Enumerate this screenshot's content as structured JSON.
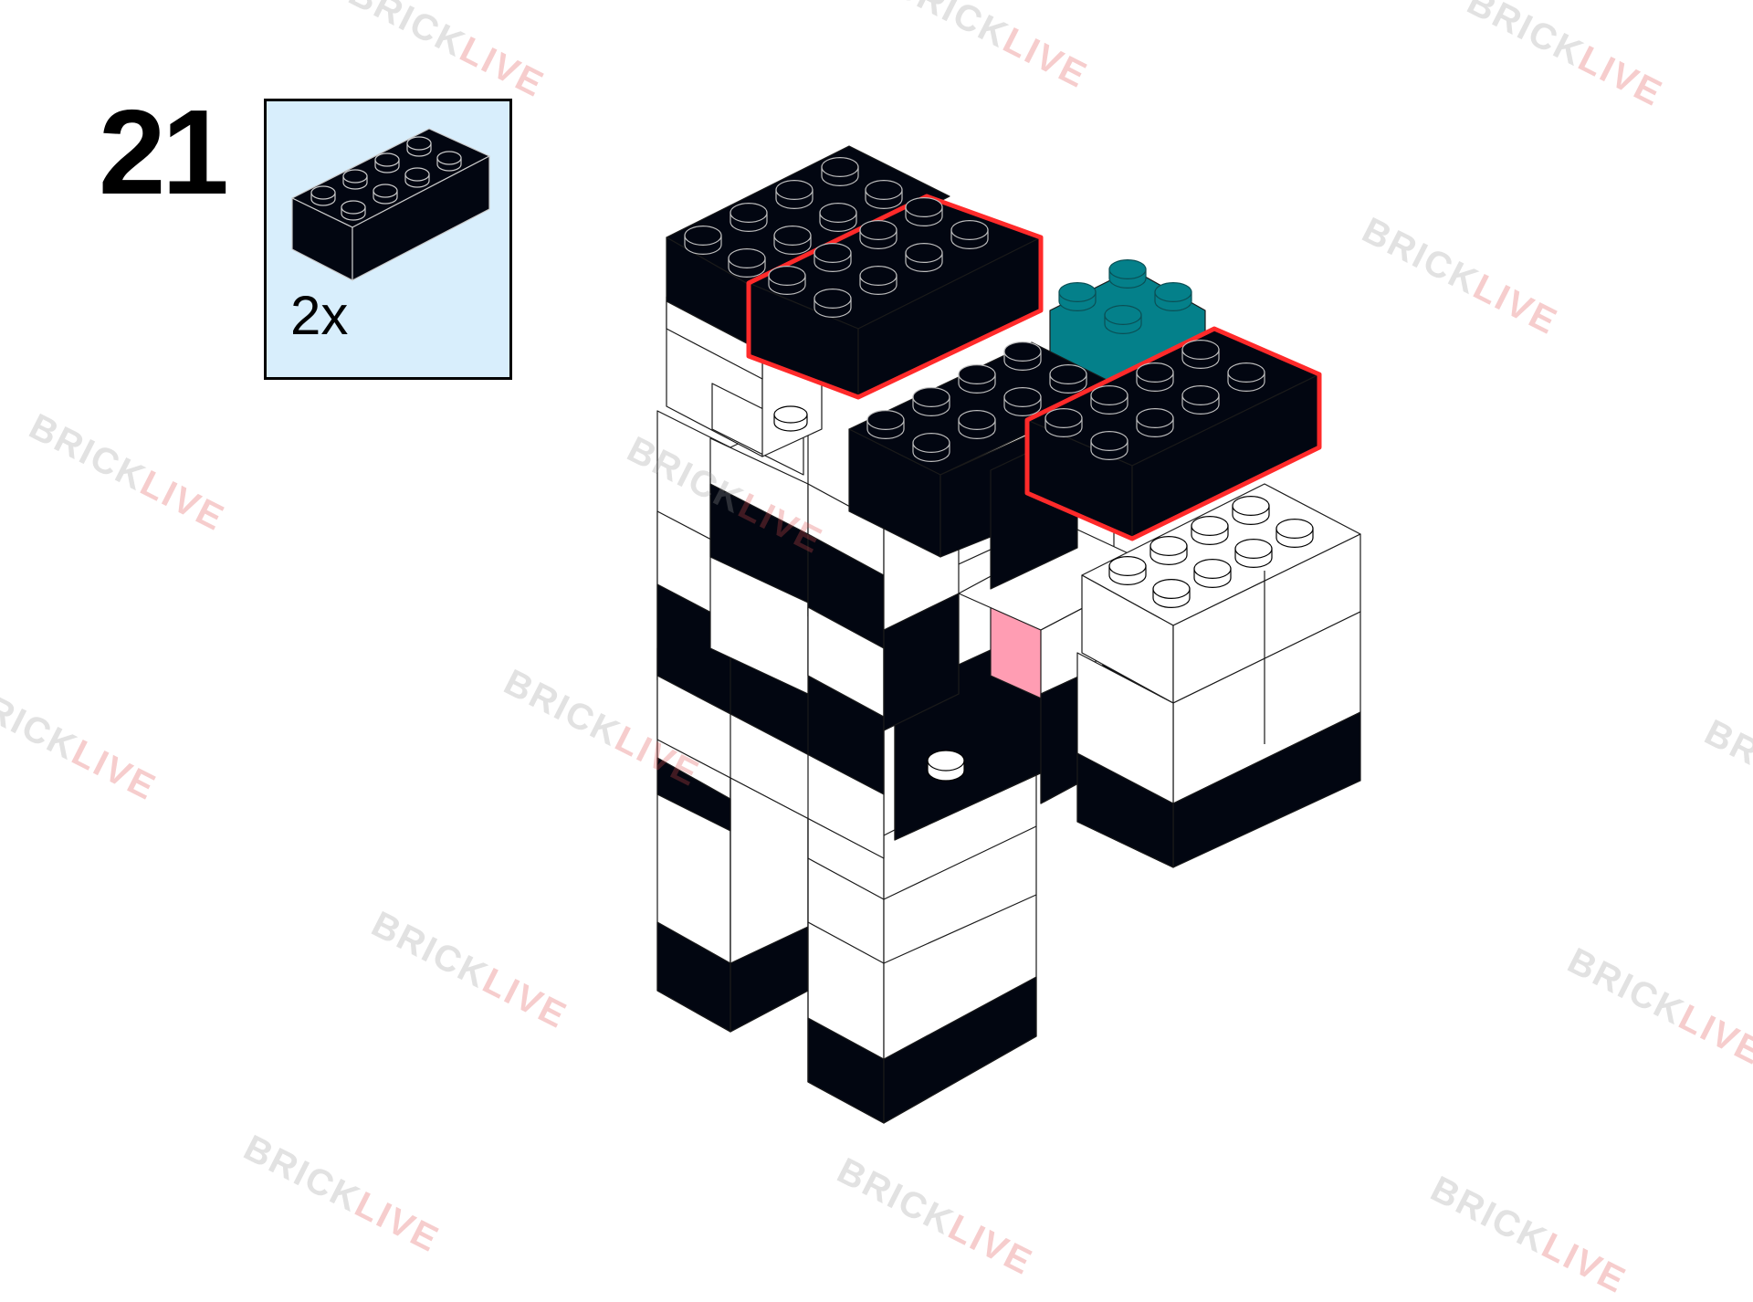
{
  "step": {
    "number": "21",
    "parts": [
      {
        "quantity_label": "2x",
        "brick": "2x4",
        "color": "#000000"
      }
    ]
  },
  "model": {
    "highlight_color": "#ff2a2a",
    "colors": {
      "black": "#020611",
      "white": "#ffffff",
      "teal": "#04808a",
      "pink": "#ff9db3"
    }
  },
  "watermark": {
    "brand_a": "BRICK",
    "brand_b": "LIVE"
  }
}
